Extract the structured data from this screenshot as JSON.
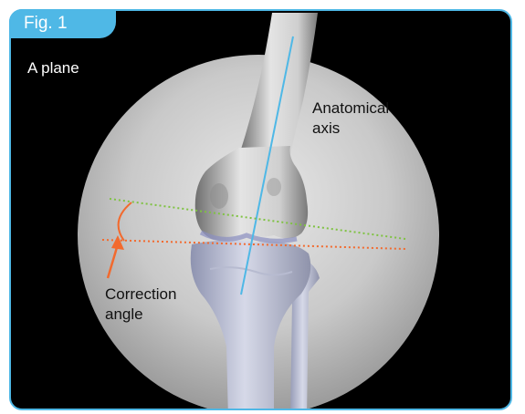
{
  "figure": {
    "tab_label": "Fig. 1",
    "plane_label": "A plane",
    "anatomical_axis_label_line1": "Anatomical",
    "anatomical_axis_label_line2": "axis",
    "correction_angle_label_line1": "Correction",
    "correction_angle_label_line2": "angle"
  },
  "colors": {
    "frame_border": "#4fb8e6",
    "background": "#000000",
    "axis_line": "#4fb8e6",
    "green_line": "#7fc242",
    "orange_line": "#f26a2e"
  }
}
